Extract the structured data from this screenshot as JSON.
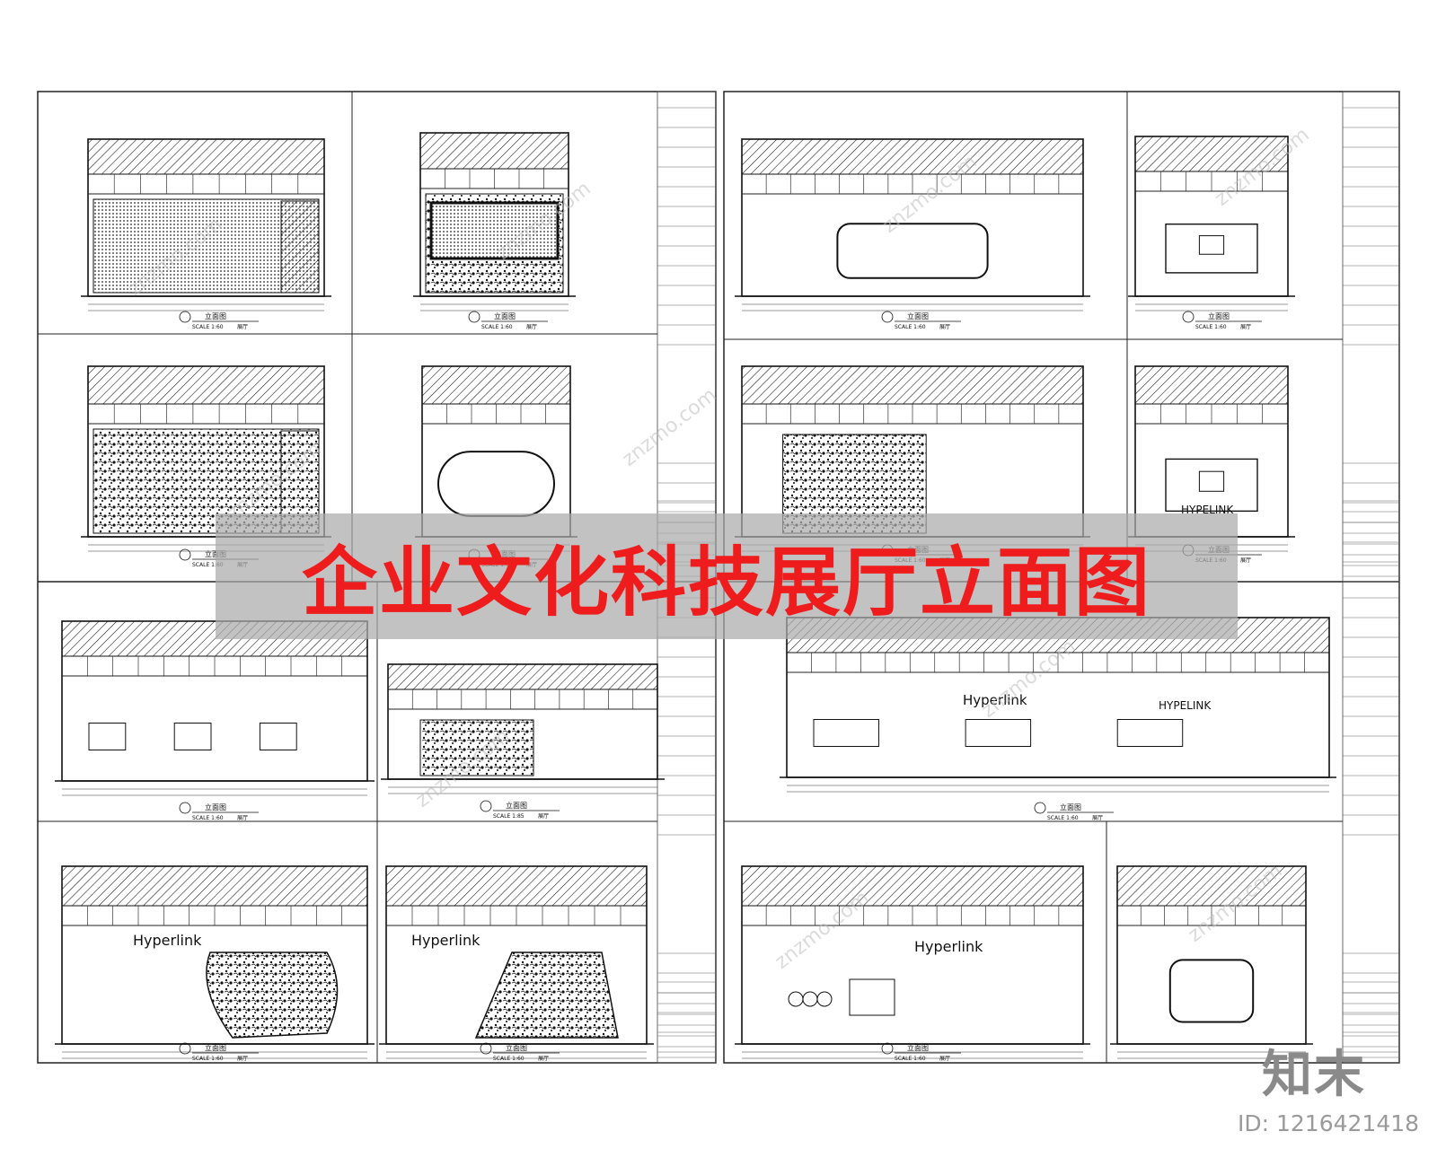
{
  "title": "企业文化科技展厅立面图",
  "watermark": {
    "logo": "知末",
    "id_label": "ID: 1216421418",
    "site": "znzmo.com"
  },
  "panels": [
    {
      "caption": "立面图",
      "scale": "SCALE 1:60",
      "room": "展厅",
      "texts": []
    },
    {
      "caption": "立面图",
      "scale": "SCALE 1:60",
      "room": "展厅",
      "texts": []
    },
    {
      "caption": "立面图",
      "scale": "SCALE 1:60",
      "room": "展厅",
      "texts": []
    },
    {
      "caption": "立面图",
      "scale": "SCALE 1:60",
      "room": "展厅",
      "texts": []
    },
    {
      "caption": "立面图",
      "scale": "SCALE 1:60",
      "room": "展厅",
      "texts": []
    },
    {
      "caption": "立面图",
      "scale": "SCALE 1:60",
      "room": "展厅",
      "texts": []
    },
    {
      "caption": "立面图",
      "scale": "SCALE 1:60",
      "room": "展厅",
      "texts": [
        "HYPELINK"
      ]
    },
    {
      "caption": "立面图",
      "scale": "SCALE 1:60",
      "room": "展厅",
      "texts": []
    },
    {
      "caption": "立面图",
      "scale": "SCALE 1:85",
      "room": "展厅",
      "texts": []
    },
    {
      "caption": "立面图",
      "scale": "SCALE 1:60",
      "room": "展厅",
      "texts": [
        "Hyperlink",
        "HYPELINK"
      ]
    },
    {
      "caption": "立面图",
      "scale": "SCALE 1:60",
      "room": "展厅",
      "texts": [
        "Hyperlink"
      ]
    },
    {
      "caption": "立面图",
      "scale": "SCALE 1:60",
      "room": "展厅",
      "texts": [
        "Hyperlink"
      ]
    },
    {
      "caption": "立面图",
      "scale": "SCALE 1:60",
      "room": "展厅",
      "texts": [
        "Hyperlink"
      ]
    },
    {
      "caption": "立面图",
      "scale": "SCALE 1:60",
      "room": "展厅",
      "texts": []
    }
  ]
}
